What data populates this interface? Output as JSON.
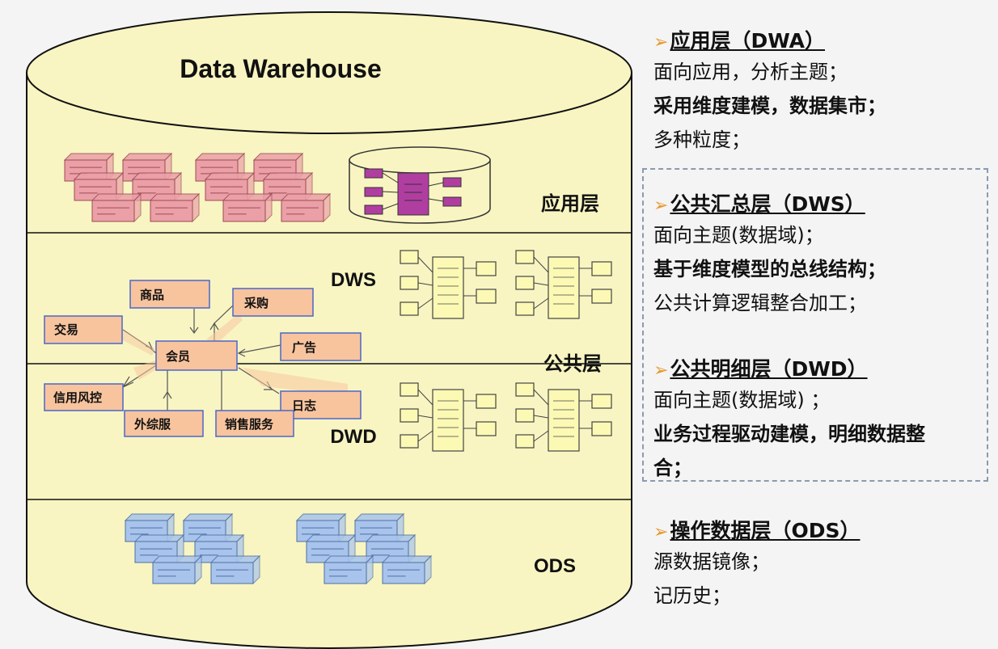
{
  "warehouse": {
    "title": "Data Warehouse",
    "layers": {
      "app": "应用层",
      "dws": "DWS",
      "common": "公共层",
      "dwd": "DWD",
      "ods": "ODS"
    }
  },
  "entities": {
    "center": "会员",
    "goods": "商品",
    "purchase": "采购",
    "trade": "交易",
    "ads": "广告",
    "credit": "信用风控",
    "log": "日志",
    "outsource": "外综服",
    "sales": "销售服务"
  },
  "sections": [
    {
      "title": "应用层（DWA）",
      "lines": [
        {
          "text": "面向应用，分析主题；",
          "bold": false
        },
        {
          "text": "采用维度建模，数据集市；",
          "bold": true
        },
        {
          "text": "多种粒度；",
          "bold": false
        }
      ]
    },
    {
      "title": "公共汇总层（DWS）",
      "lines": [
        {
          "text": "面向主题(数据域)；",
          "bold": false
        },
        {
          "text": "基于维度模型的总线结构；",
          "bold": true
        },
        {
          "text": "公共计算逻辑整合加工；",
          "bold": false
        }
      ]
    },
    {
      "title": "公共明细层（DWD）",
      "lines": [
        {
          "text": "面向主题(数据域) ；",
          "bold": false
        },
        {
          "text": "业务过程驱动建模，明细数据整",
          "bold": true
        },
        {
          "text": "合；",
          "bold": true
        }
      ]
    },
    {
      "title": "操作数据层（ODS）",
      "lines": [
        {
          "text": "源数据镜像；",
          "bold": false
        },
        {
          "text": "记历史；",
          "bold": false
        }
      ]
    }
  ],
  "colors": {
    "cylinder_fill": "#f8f5c2",
    "cylinder_stroke": "#111111",
    "pink_block": "#eba0a8",
    "blue_block": "#a9c4ec",
    "yellow_block": "#fbf9b4",
    "entity_fill": "#f7c49e",
    "entity_stroke": "#4a67c9",
    "magenta": "#b03ea1",
    "arrow": "#e69a2e"
  }
}
